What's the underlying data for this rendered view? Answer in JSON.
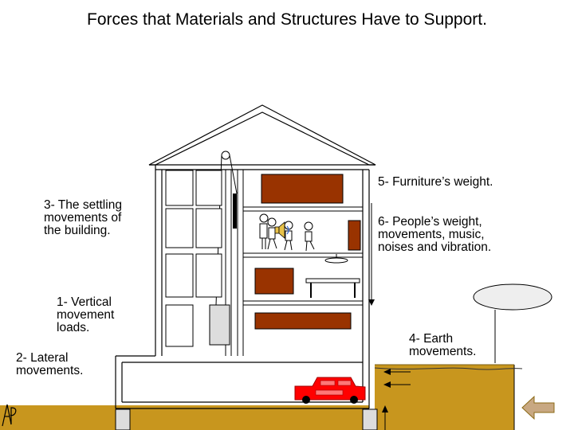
{
  "slide": {
    "title": "Forces that Materials and Structures Have to Support."
  },
  "labels": {
    "vertical": [
      "1- Vertical",
      "movement",
      "loads."
    ],
    "lateral": [
      "2- Lateral",
      "movements."
    ],
    "settling": [
      "3- The settling",
      "movements of",
      "the building."
    ],
    "earth": [
      "4- Earth",
      "movements."
    ],
    "furniture": [
      "5- Furniture’s weight."
    ],
    "people": [
      "6- People’s weight,",
      "movements, music,",
      "noises and vibration."
    ]
  },
  "colors": {
    "ground": "#C8961E",
    "furniture": "#993300",
    "car": "#FF0000",
    "cloud": "#EEEEEE",
    "back_arrow": "#C8A882",
    "elevator": "#DDDDDD"
  },
  "icons": [
    "speaker-icon",
    "back-arrow-icon",
    "signature-icon"
  ]
}
